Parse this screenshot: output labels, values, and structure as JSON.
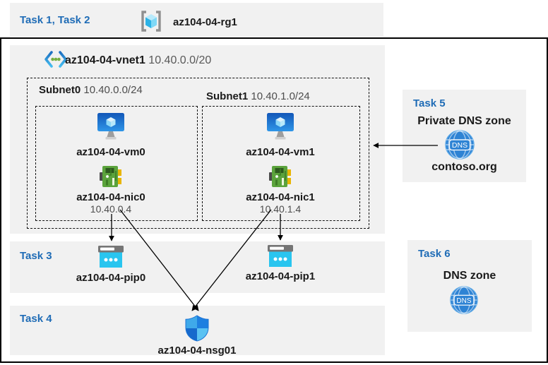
{
  "header": {
    "task_label": "Task 1, Task 2",
    "resource_group": "az104-04-rg1"
  },
  "vnet": {
    "name": "az104-04-vnet1",
    "cidr": "10.40.0.0/20",
    "subnets": [
      {
        "name": "Subnet0",
        "cidr": "10.40.0.0/24",
        "vm": "az104-04-vm0",
        "nic": "az104-04-nic0",
        "ip": "10.40.0.4"
      },
      {
        "name": "Subnet1",
        "cidr": "10.40.1.0/24",
        "vm": "az104-04-vm1",
        "nic": "az104-04-nic1",
        "ip": "10.40.1.4"
      }
    ]
  },
  "tasks": {
    "task3": {
      "label": "Task 3",
      "pips": [
        "az104-04-pip0",
        "az104-04-pip1"
      ]
    },
    "task4": {
      "label": "Task 4",
      "nsg": "az104-04-nsg01"
    },
    "task5": {
      "label": "Task 5",
      "title": "Private DNS zone",
      "zone": "contoso.org"
    },
    "task6": {
      "label": "Task 6",
      "title": "DNS zone"
    }
  },
  "icons": {
    "resource_group": "resource-group-brackets-cube-icon",
    "vnet": "virtual-network-chevrons-icon",
    "vm": "virtual-machine-monitor-icon",
    "nic": "network-interface-card-icon",
    "pip": "public-ip-address-icon",
    "dns": "dns-globe-icon",
    "nsg": "network-security-group-shield-icon"
  },
  "colors": {
    "task_label_blue": "#1f6cb6",
    "band_gray": "#f1f1f1",
    "secondary_text": "#4d4d4d",
    "nic_green": "#5ba33c",
    "pip_cyan": "#29c5ef",
    "dns_blue": "#2e83d4",
    "vm_blue": "#1565c8",
    "arrow_black": "#000000"
  }
}
